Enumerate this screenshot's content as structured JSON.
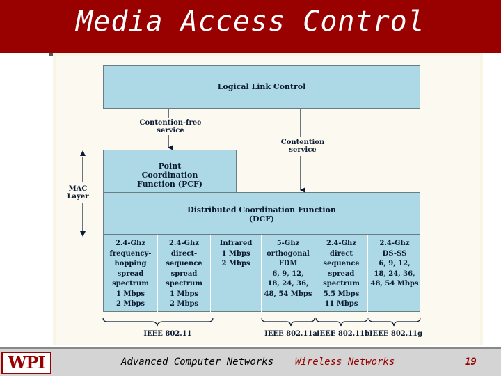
{
  "slide": {
    "title": "Media Access Control",
    "page_number": "19"
  },
  "diagram": {
    "llc": "Logical Link Control",
    "contention_free": [
      "Contention-free",
      "service"
    ],
    "contention": [
      "Contention",
      "service"
    ],
    "mac_layer": [
      "MAC",
      "Layer"
    ],
    "pcf": [
      "Point",
      "Coordination",
      "Function (PCF)"
    ],
    "dcf": [
      "Distributed Coordination Function",
      "(DCF)"
    ],
    "phy": [
      [
        "2.4-Ghz",
        "frequency-",
        "hopping",
        "spread",
        "spectrum",
        "1 Mbps",
        "2 Mbps"
      ],
      [
        "2.4-Ghz",
        "direct-",
        "sequence",
        "spread",
        "spectrum",
        "1 Mbps",
        "2 Mbps"
      ],
      [
        "Infrared",
        "1 Mbps",
        "2 Mbps"
      ],
      [
        "5-Ghz",
        "orthogonal",
        "FDM",
        "6, 9, 12,",
        "18, 24, 36,",
        "48, 54 Mbps"
      ],
      [
        "2.4-Ghz",
        "direct",
        "sequence",
        "spread",
        "spectrum",
        "5.5 Mbps",
        "11 Mbps"
      ],
      [
        "2.4-Ghz",
        "DS-SS",
        "6, 9, 12,",
        "18, 24, 36,",
        "48, 54 Mbps"
      ]
    ],
    "standards": [
      "IEEE 802.11",
      "IEEE 802.11a",
      "IEEE 802.11b",
      "IEEE 802.11g"
    ]
  },
  "footer": {
    "logo": "WPI",
    "course": "Advanced Computer Networks",
    "topic": "Wireless Networks"
  },
  "colors": {
    "title_bar": "#990000",
    "box_fill": "#add8e6",
    "topic_text": "#990000"
  }
}
